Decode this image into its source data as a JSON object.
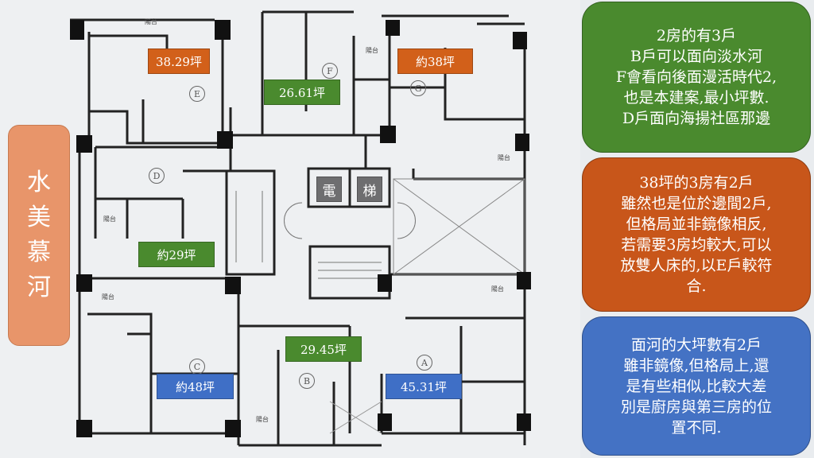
{
  "river_label": [
    "水",
    "美",
    "慕",
    "河"
  ],
  "units": {
    "E": {
      "letter": "E",
      "area": "38.29坪"
    },
    "F": {
      "letter": "F",
      "area": "26.61坪"
    },
    "G": {
      "letter": "G",
      "area": "約38坪"
    },
    "D": {
      "letter": "D",
      "area": "約29坪"
    },
    "B": {
      "letter": "B",
      "area": "29.45坪"
    },
    "C": {
      "letter": "C",
      "area": "約48坪"
    },
    "A": {
      "letter": "A",
      "area": "45.31坪"
    }
  },
  "elevator": [
    "電",
    "梯"
  ],
  "balcony_label": "陽台",
  "notes": [
    {
      "color": "#4a8a2e",
      "lines": [
        "2房的有3戶",
        "B戶可以面向淡水河",
        "F會看向後面漫活時代2,",
        "也是本建案,最小坪數.",
        "D戶面向海揚社區那邊"
      ]
    },
    {
      "color": "#c8561a",
      "lines": [
        "38坪的3房有2戶",
        "雖然也是位於邊間2戶,",
        "但格局並非鏡像相反,",
        "若需要3房均較大,可以",
        "放雙人床的,以E戶較符",
        "合."
      ]
    },
    {
      "color": "#4472c4",
      "lines": [
        "面河的大坪數有2戶",
        "雖非鏡像,但格局上,還",
        "是有些相似,比較大差",
        "別是廚房與第三房的位",
        "置不同."
      ]
    }
  ]
}
